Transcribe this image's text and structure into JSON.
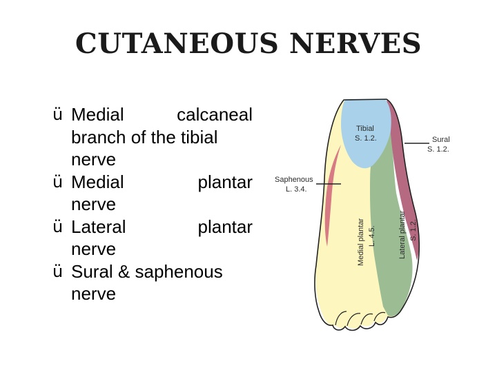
{
  "slide": {
    "title": "CUTANEOUS NERVES"
  },
  "bullets": [
    {
      "icon": "checkmark-icon",
      "line1": [
        "Medial",
        "calcaneal"
      ],
      "rest": [
        "branch of the tibial",
        "nerve"
      ]
    },
    {
      "icon": "checkmark-icon",
      "line1": [
        "Medial",
        "plantar"
      ],
      "rest": [
        "nerve"
      ]
    },
    {
      "icon": "checkmark-icon",
      "line1": [
        "Lateral",
        "plantar"
      ],
      "rest": [
        "nerve"
      ]
    },
    {
      "icon": "checkmark-icon",
      "line1": [
        "Sural & saphenous"
      ],
      "rest": [
        "nerve"
      ]
    }
  ],
  "check_glyph": "ü",
  "figure": {
    "labels": {
      "tibial": "Tibial",
      "tibial_segments": "S. 1.2.",
      "sural": "Sural",
      "sural_segments": "S. 1.2.",
      "saphenous": "Saphenous",
      "saphenous_segments": "L. 3.4.",
      "medial_plantar": "Medial plantar",
      "medial_plantar_segments": "L. 4.5.",
      "lateral_plantar": "Lateral plantar",
      "lateral_plantar_segments": "S. 1.2."
    },
    "colors": {
      "tibial": "#a9d2ea",
      "sural": "#b56a82",
      "saphenous": "#d87a84",
      "medial_plantar": "#fdf7bf",
      "lateral_plantar": "#9cbc94",
      "outline": "#222222",
      "text": "#2a2a2a"
    }
  }
}
